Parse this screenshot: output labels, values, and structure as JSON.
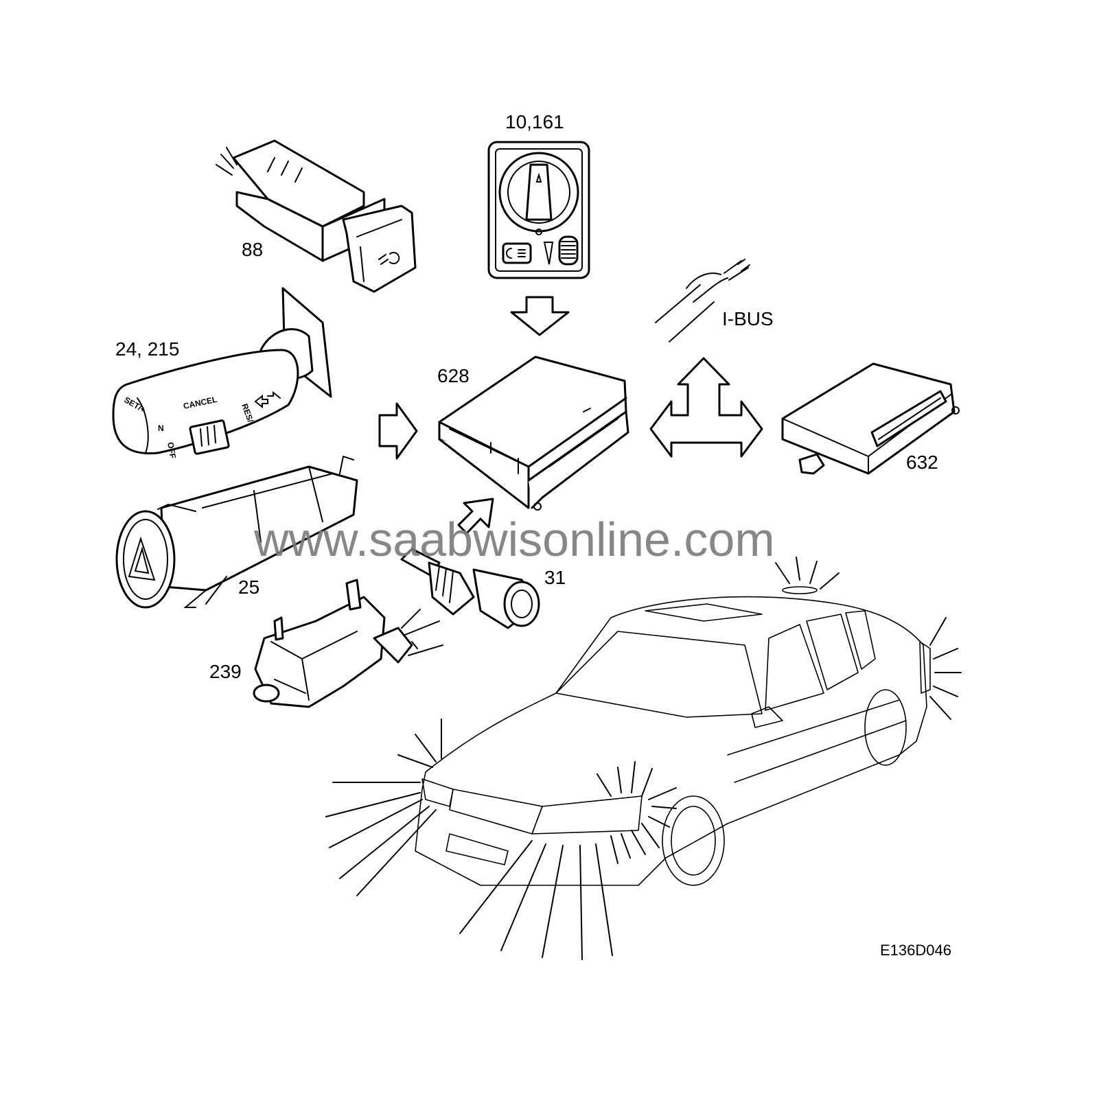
{
  "labels": {
    "light_switch": "10,161",
    "fog_switch": "88",
    "cruise_stalk": "24, 215",
    "control_unit": "628",
    "bus": "I-BUS",
    "module": "632",
    "hazard_switch": "25",
    "sensor": "31",
    "wiper_motor": "239"
  },
  "stalk_markings": {
    "set": "SET/+",
    "cancel": "CANCEL",
    "res": "RES/-",
    "on": "N",
    "off": "OFF"
  },
  "watermark": "www.saabwisonline.com",
  "figure_code": "E136D046"
}
